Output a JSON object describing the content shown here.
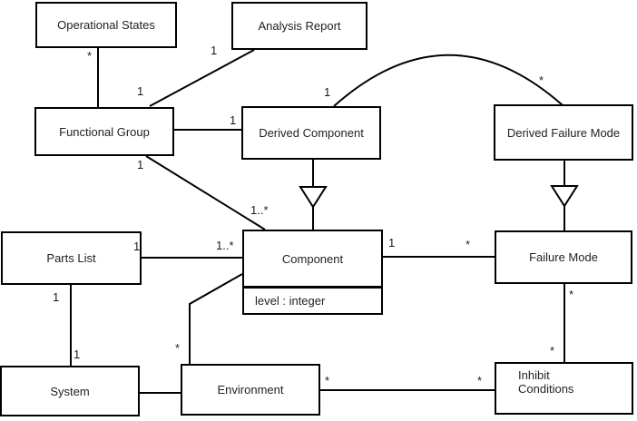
{
  "diagram": {
    "type": "uml-class-diagram",
    "colors": {
      "line": "#000000",
      "background": "#ffffff",
      "text": "#222222"
    },
    "classes": [
      {
        "name": "Operational States"
      },
      {
        "name": "Analysis Report"
      },
      {
        "name": "Functional Group"
      },
      {
        "name": "Derived Component"
      },
      {
        "name": "Derived Failure Mode"
      },
      {
        "name": "Parts List"
      },
      {
        "name": "Component",
        "attributes": [
          "level : integer"
        ]
      },
      {
        "name": "Failure Mode"
      },
      {
        "name": "System"
      },
      {
        "name": "Environment"
      },
      {
        "name": "Inhibit Conditions"
      }
    ],
    "associations": [
      {
        "from": "Operational States",
        "to": "Functional Group",
        "from_label": "*",
        "to_label": ""
      },
      {
        "from": "Analysis Report",
        "to": "Functional Group",
        "from_label": "1",
        "to_label": "1"
      },
      {
        "from": "Functional Group",
        "to": "Derived Component",
        "from_label": "",
        "to_label": "1"
      },
      {
        "from": "Functional Group",
        "to": "Component",
        "from_label": "1",
        "to_label": "1..*"
      },
      {
        "from": "Derived Component",
        "to": "Derived Failure Mode",
        "from_label": "1",
        "to_label": "*",
        "shape": "arc"
      },
      {
        "from": "Parts List",
        "to": "Component",
        "from_label": "1",
        "to_label": "1..*"
      },
      {
        "from": "Component",
        "to": "Failure Mode",
        "from_label": "1",
        "to_label": "*"
      },
      {
        "from": "Parts List",
        "to": "System",
        "from_label": "1",
        "to_label": "1"
      },
      {
        "from": "System",
        "to": "Environment",
        "from_label": "",
        "to_label": ""
      },
      {
        "from": "Component",
        "to": "Environment",
        "from_label": "",
        "to_label": "*"
      },
      {
        "from": "Environment",
        "to": "Inhibit Conditions",
        "from_label": "*",
        "to_label": "*"
      },
      {
        "from": "Failure Mode",
        "to": "Inhibit Conditions",
        "from_label": "*",
        "to_label": "*"
      }
    ],
    "generalizations": [
      {
        "child": "Derived Component",
        "parent": "Component"
      },
      {
        "child": "Derived Failure Mode",
        "parent": "Failure Mode"
      }
    ]
  }
}
